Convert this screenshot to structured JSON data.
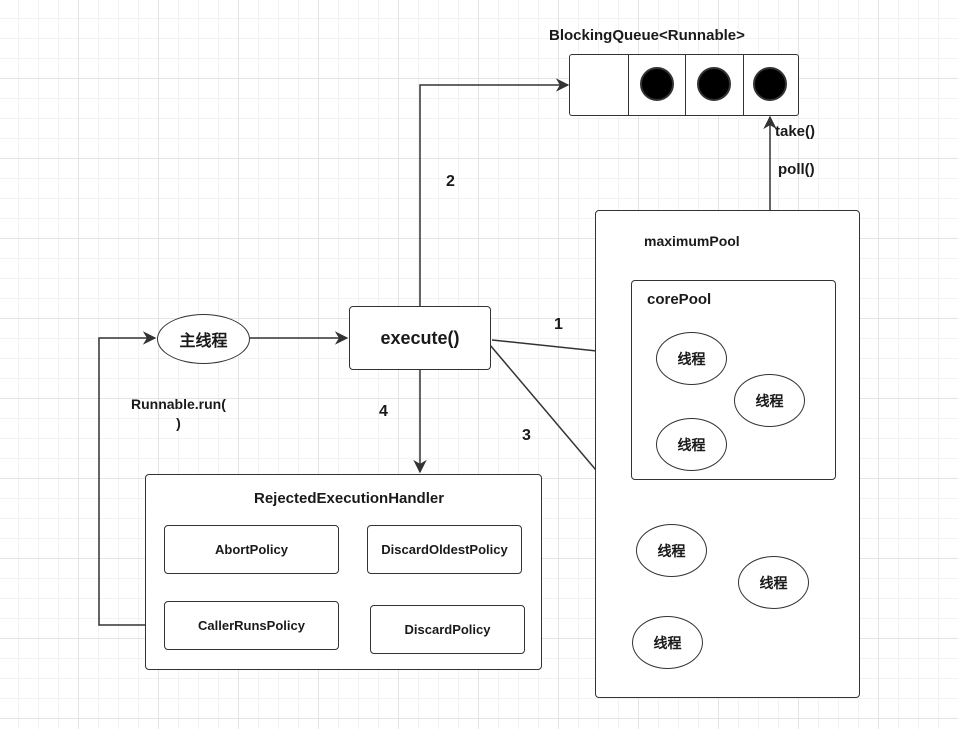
{
  "queue": {
    "label": "BlockingQueue<Runnable>",
    "slots": 4,
    "filled": 3
  },
  "queue_ops": {
    "take": "take()",
    "poll": "poll()"
  },
  "maximum_pool": {
    "label": "maximumPool"
  },
  "core_pool": {
    "label": "corePool"
  },
  "threads": {
    "core_1": "线程",
    "core_2": "线程",
    "core_3": "线程",
    "extra_1": "线程",
    "extra_2": "线程",
    "extra_3": "线程"
  },
  "main_thread": "主线程",
  "execute": "execute()",
  "runnable_run": {
    "line1": "Runnable.run(",
    "line2": ")"
  },
  "steps": {
    "s1": "1",
    "s2": "2",
    "s3": "3",
    "s4": "4"
  },
  "handler": {
    "label": "RejectedExecutionHandler",
    "abort": "AbortPolicy",
    "discard_oldest": "DiscardOldestPolicy",
    "caller_runs": "CallerRunsPolicy",
    "discard": "DiscardPolicy"
  }
}
